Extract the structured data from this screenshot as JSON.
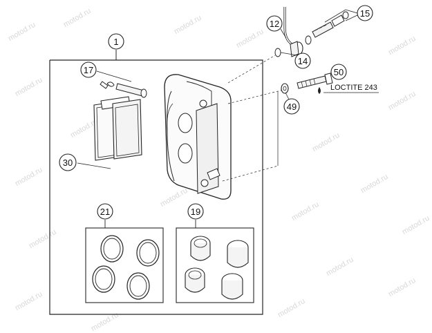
{
  "watermark": "motod.ru",
  "callouts": {
    "assembly": "1",
    "pin": "17",
    "pads": "30",
    "seals": "21",
    "pistons": "19",
    "banjo_bolt": "12",
    "bleeder": "15",
    "washer_top": "14",
    "bolt": "50",
    "washer_bolt": "49"
  },
  "note": {
    "loctite": "LOCTITE 243"
  }
}
